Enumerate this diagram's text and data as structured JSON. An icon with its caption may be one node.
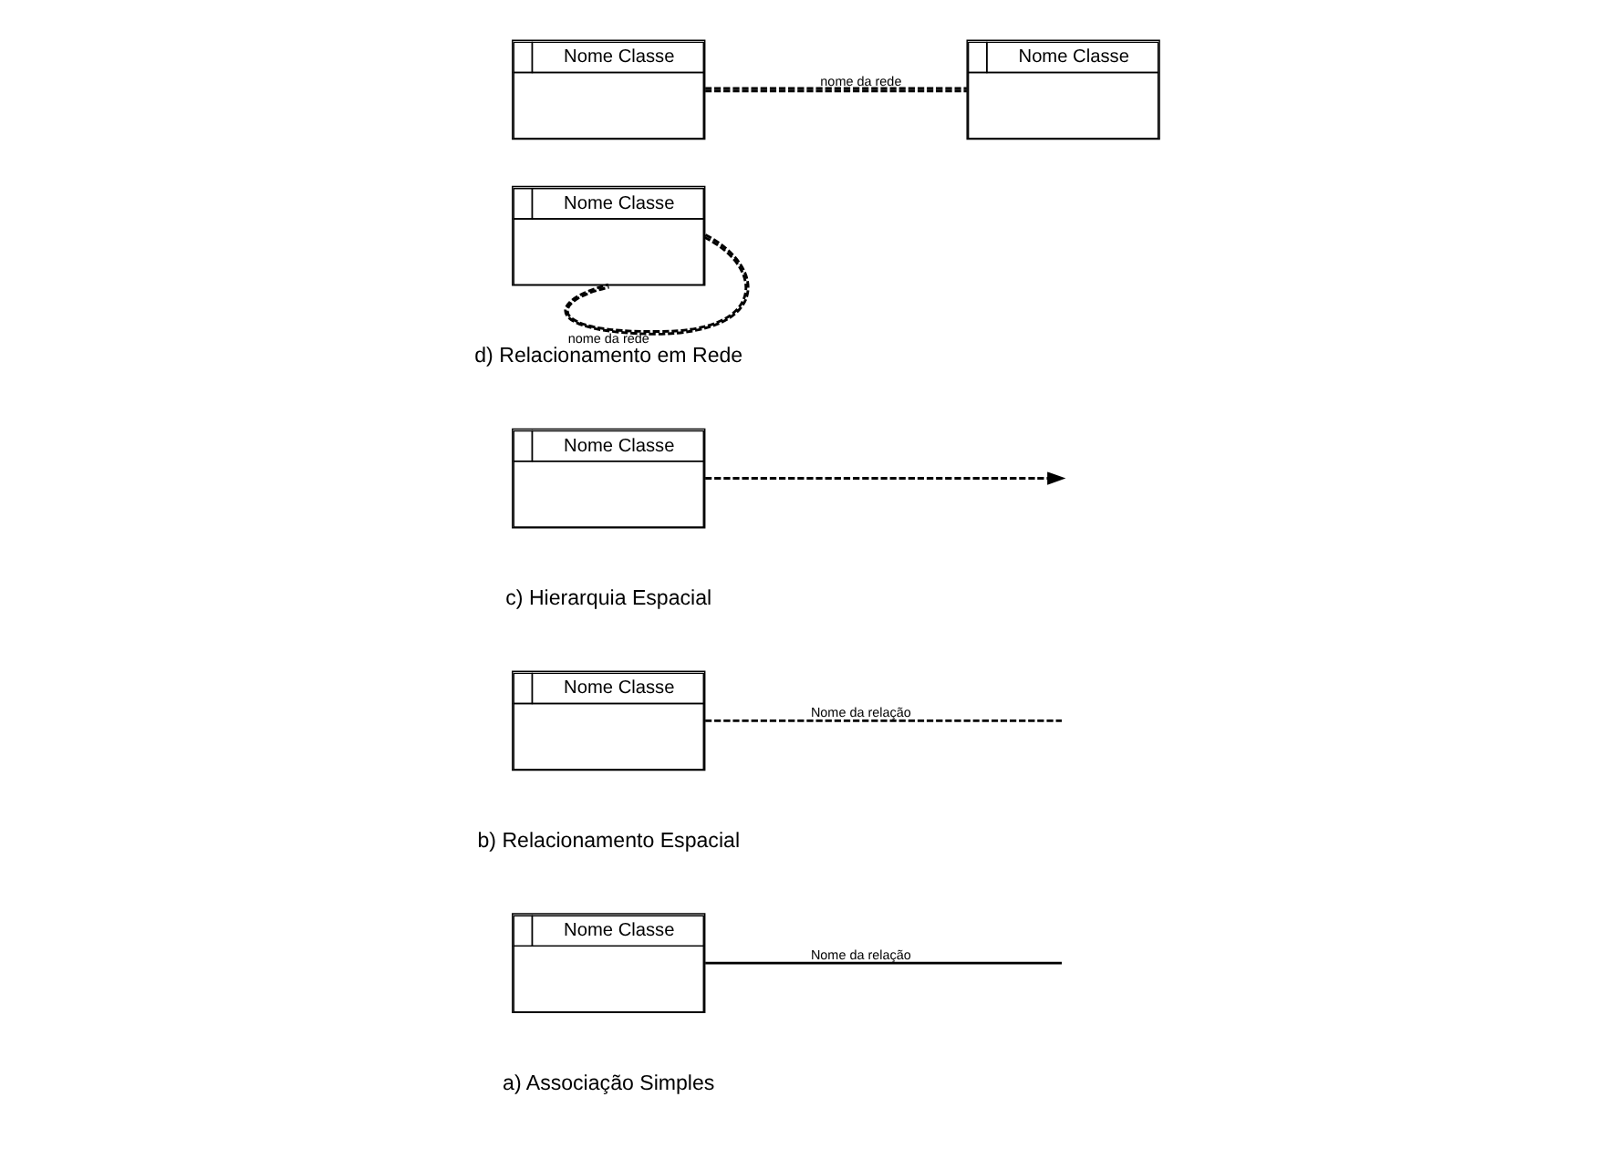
{
  "diagram": {
    "nodes": [
      {
        "text": [
          "Nome Classe"
        ]
      },
      {
        "text": [
          "Nome Classe"
        ]
      },
      {
        "text": [
          "Nome Classe"
        ]
      },
      {
        "text": [
          "Nome Classe"
        ]
      },
      {
        "text": [
          "Nome Classe"
        ]
      },
      {
        "text": [
          "Nome Classe"
        ]
      }
    ],
    "edges": [
      {
        "from": 0,
        "to": null,
        "arrow": "none",
        "label": "Nome da relação"
      },
      {
        "from": 1,
        "to": null,
        "arrow": "none",
        "label": "Nome da relação",
        "style": "dashed"
      },
      {
        "from": 2,
        "to": null,
        "arrow": "to",
        "style": "dashed"
      },
      {
        "from": 3,
        "to": 4,
        "arrow": "none",
        "label": "nome da rede",
        "style": "dashed"
      },
      {
        "from": 5,
        "to": 5,
        "arrow": "none",
        "label": "nome da rede",
        "style": "dashed"
      }
    ],
    "labels": [
      "a) Associação Simples",
      "b) Relacionamento Espacial",
      "c) Hierarquia Espacial",
      "d) Relacionamento em Rede"
    ]
  }
}
